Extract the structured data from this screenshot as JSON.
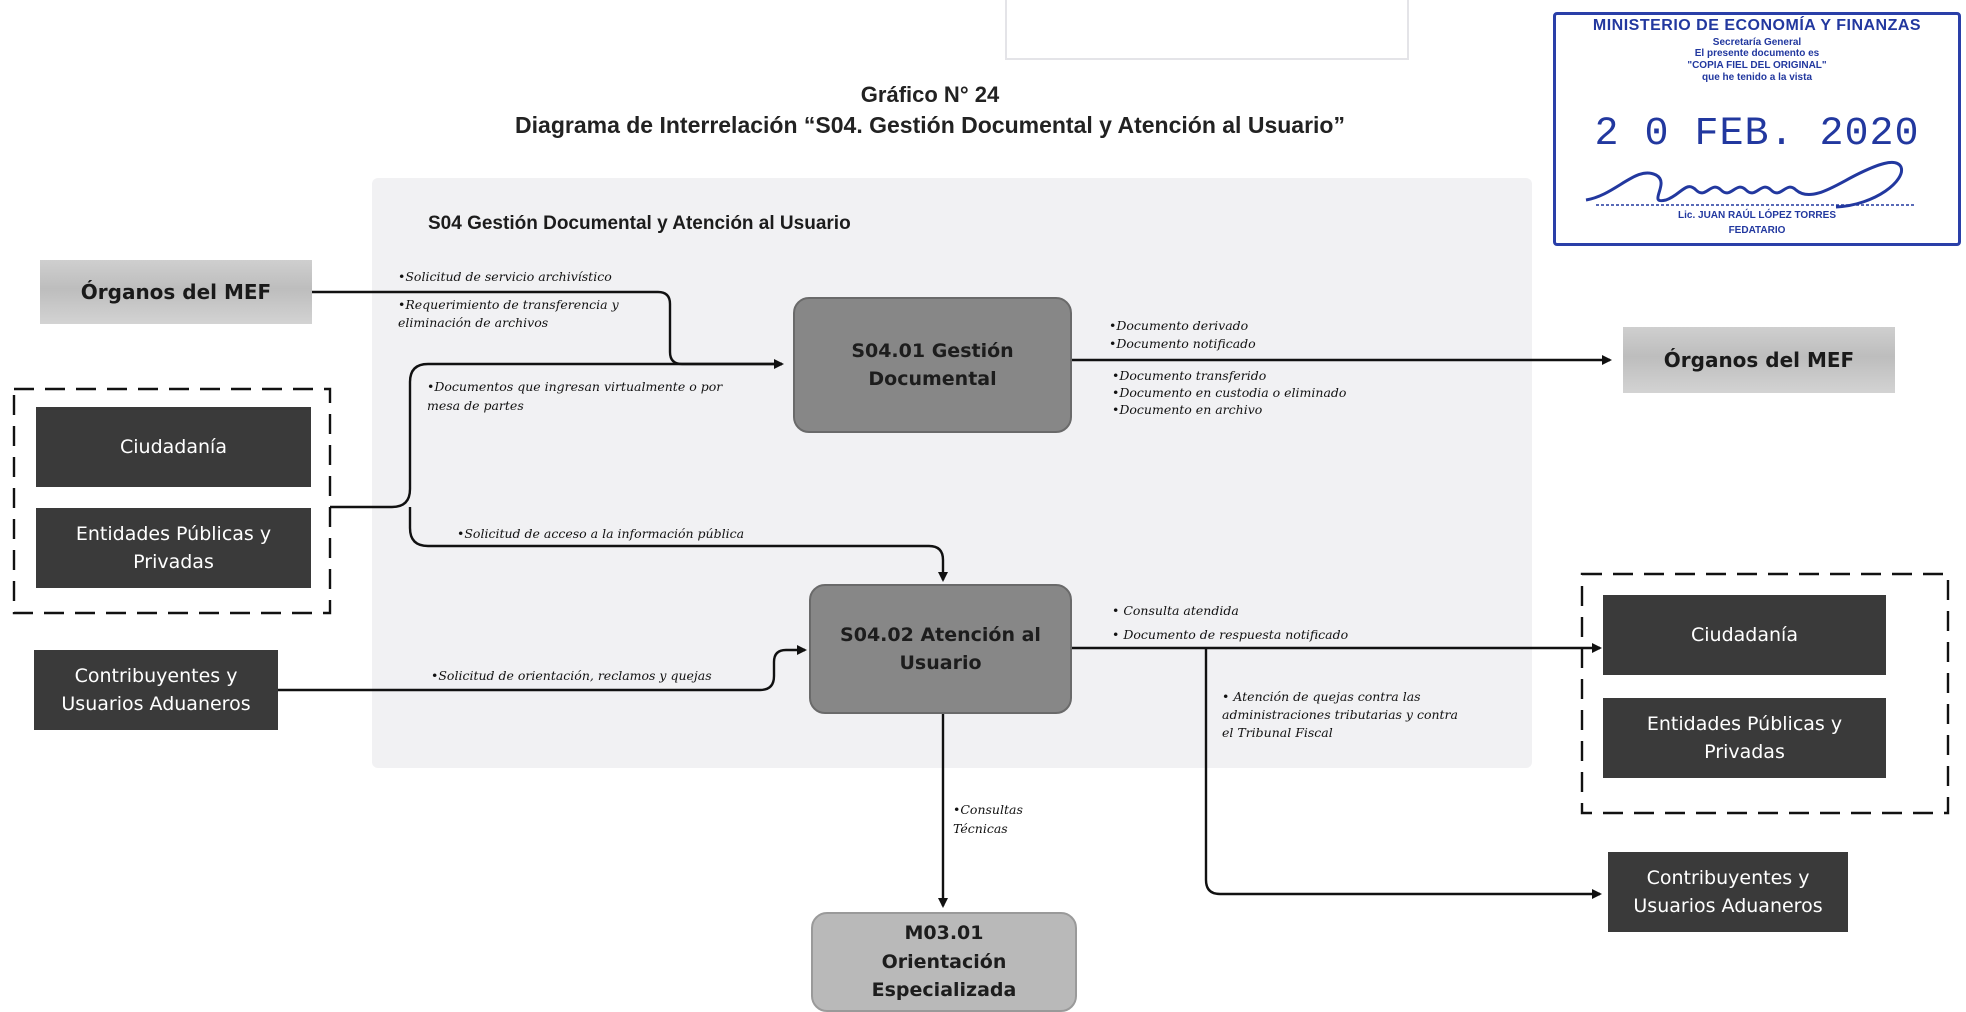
{
  "title": {
    "line1": "Gráfico N° 24",
    "line2": "Diagrama de Interrelación “S04. Gestión Documental y Atención al Usuario”"
  },
  "process_area": {
    "label": "S04 Gestión Documental y Atención al Usuario"
  },
  "processes": {
    "gestion": "S04.01 Gestión Documental",
    "atencion": "S04.02 Atención al Usuario",
    "orientacion": "M03.01 Orientación Especializada"
  },
  "entities": {
    "left_organos": "Órganos del MEF",
    "left_ciudadania": "Ciudadanía",
    "left_entidades": "Entidades Públicas y Privadas",
    "left_contribuyentes": "Contribuyentes y Usuarios Aduaneros",
    "right_organos": "Órganos del MEF",
    "right_ciudadania": "Ciudadanía",
    "right_entidades": "Entidades Públicas y Privadas",
    "right_contribuyentes": "Contribuyentes y Usuarios Aduaneros"
  },
  "flows": {
    "in_organos_1": "•Solicitud de servicio archivístico",
    "in_organos_2a": "•Requerimiento de transferencia y",
    "in_organos_2b": "eliminación de archivos",
    "in_docs_a": "•Documentos que ingresan virtualmente o por",
    "in_docs_b": "mesa de partes",
    "in_acceso": "•Solicitud de acceso a la información pública",
    "in_orientacion": "•Solicitud de orientación, reclamos y quejas",
    "out_gestion_1": "•Documento derivado",
    "out_gestion_2": "•Documento notificado",
    "out_gestion_3": "•Documento transferido",
    "out_gestion_4": "•Documento en custodia o eliminado",
    "out_gestion_5": "•Documento en archivo",
    "out_atencion_1": "• Consulta atendida",
    "out_atencion_2": "• Documento de respuesta notificado",
    "out_quejas_a": "• Atención de quejas contra las",
    "out_quejas_b": "administraciones tributarias y contra",
    "out_quejas_c": "el Tribunal Fiscal",
    "out_consultas_a": "•Consultas",
    "out_consultas_b": "Técnicas"
  },
  "stamp": {
    "ministry": "MINISTERIO DE ECONOMÍA Y FINANZAS",
    "office": "Secretaría General",
    "text1": "El presente documento es",
    "text2": "\"COPIA FIEL DEL ORIGINAL\"",
    "text3": "que he tenido a la vista",
    "date": "2 0 FEB. 2020",
    "name": "Lic. JUAN RAÚL LÓPEZ TORRES",
    "role": "FEDATARIO",
    "color": "#22389f"
  },
  "colors": {
    "dark_box": "#3a3a3a",
    "process_box": "#878787",
    "area_bg": "#f1f1f3"
  }
}
